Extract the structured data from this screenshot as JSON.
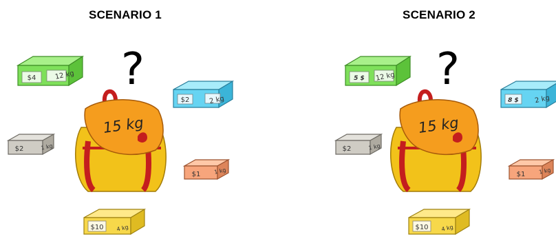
{
  "panels": [
    {
      "title": "SCENARIO 1",
      "question": "?",
      "knapsack_capacity": "15 kg",
      "items": [
        {
          "value": "$4",
          "weight": "12 kg",
          "color": "green"
        },
        {
          "value": "$2",
          "weight": "2 kg",
          "color": "blue"
        },
        {
          "value": "$2",
          "weight": "1 kg",
          "color": "gray"
        },
        {
          "value": "$1",
          "weight": "1 kg",
          "color": "orange"
        },
        {
          "value": "$10",
          "weight": "4 kg",
          "color": "yellow"
        }
      ]
    },
    {
      "title": "SCENARIO 2",
      "question": "?",
      "knapsack_capacity": "15 kg",
      "items": [
        {
          "value": "5 $",
          "weight": "12 kg",
          "color": "green"
        },
        {
          "value": "8 $",
          "weight": "2 kg",
          "color": "blue"
        },
        {
          "value": "$2",
          "weight": "1 kg",
          "color": "gray"
        },
        {
          "value": "$1",
          "weight": "1 kg",
          "color": "orange"
        },
        {
          "value": "$10",
          "weight": "4 kg",
          "color": "yellow"
        }
      ]
    }
  ],
  "colors": {
    "green": {
      "top": "#a8f08a",
      "front": "#7ee05a",
      "side": "#5cc23a",
      "stroke": "#3e8e26"
    },
    "blue": {
      "top": "#a8ecfa",
      "front": "#66d4f2",
      "side": "#3bb4d8",
      "stroke": "#2a7f9c"
    },
    "gray": {
      "top": "#e4e2dc",
      "front": "#cfccc4",
      "side": "#aeaaa0",
      "stroke": "#6d6a63"
    },
    "orange": {
      "top": "#ffc8a8",
      "front": "#f7a57c",
      "side": "#dd855a",
      "stroke": "#9c5330"
    },
    "yellow": {
      "top": "#ffe98a",
      "front": "#f7d84a",
      "side": "#dfbb22",
      "stroke": "#9e8210"
    },
    "bag_main": "#f2c21a",
    "bag_flap": "#f59d1e",
    "bag_strap": "#c41e1e"
  }
}
